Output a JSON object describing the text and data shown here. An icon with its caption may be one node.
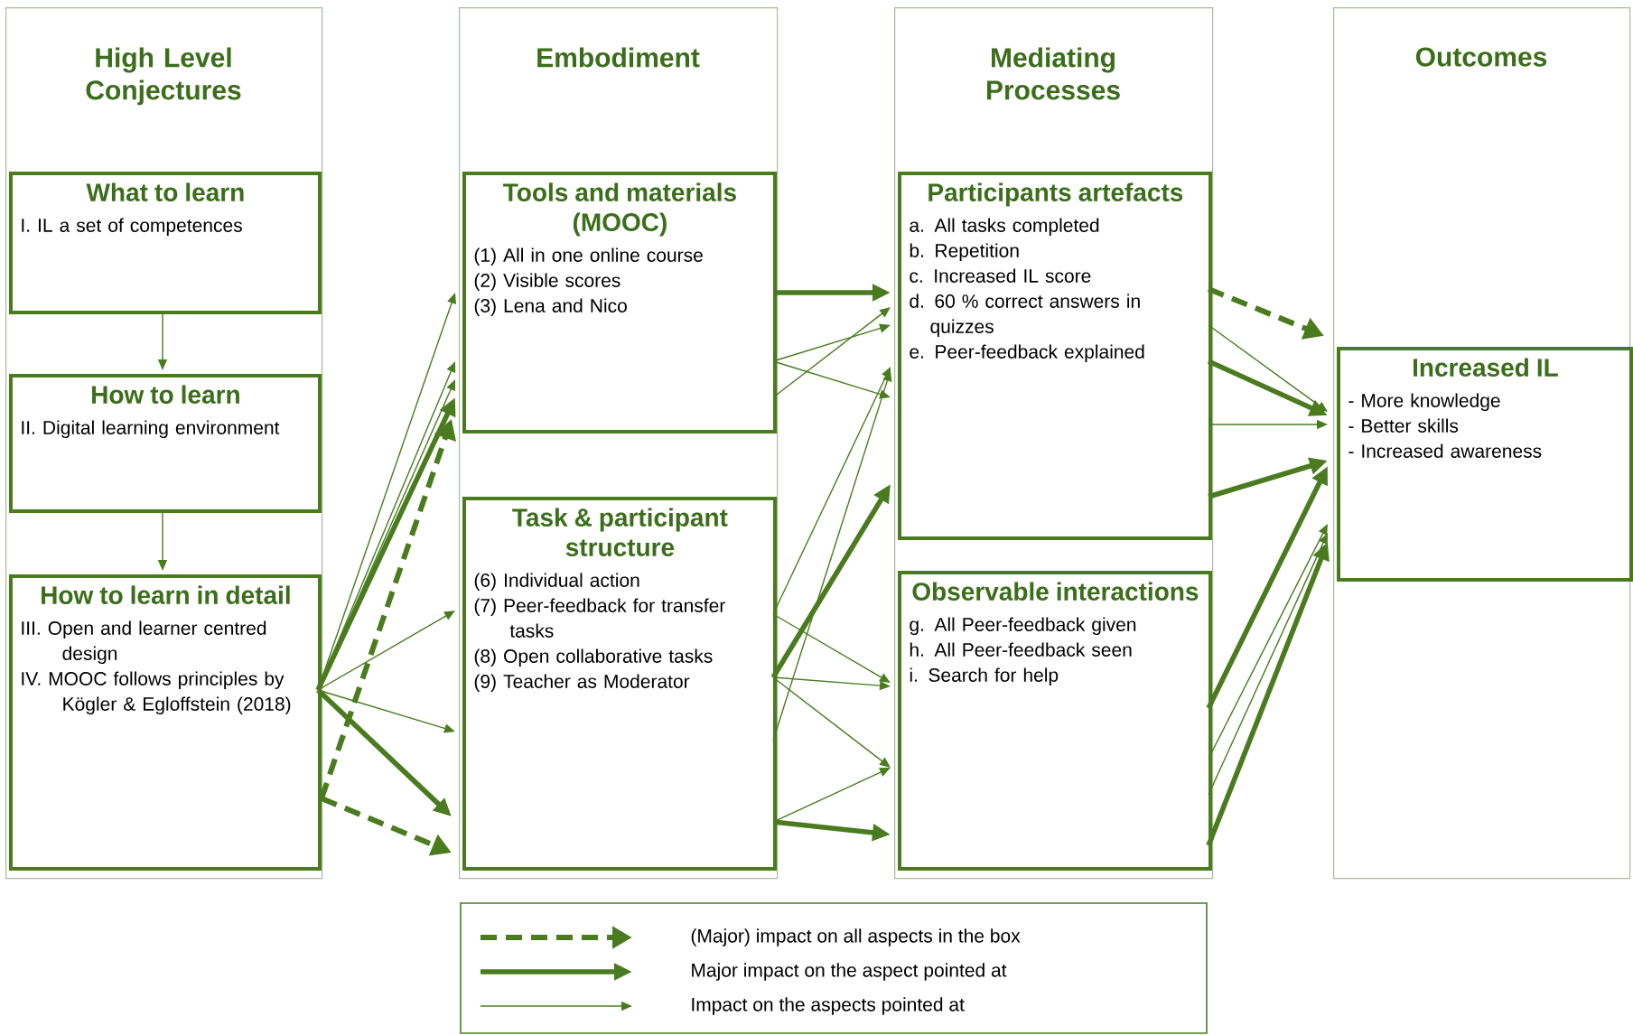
{
  "diagram": {
    "nodes": [
      {
        "text": [
          "High Level Conjectures"
        ]
      },
      {
        "text": [
          "Embodiment"
        ]
      },
      {
        "text": [
          "Mediating Processes"
        ]
      },
      {
        "text": [
          "Outcomes"
        ]
      },
      {
        "text": [
          "What  to learn",
          "I. IL a set of competences"
        ],
        "in": 0
      },
      {
        "text": [
          "How to learn",
          "II. Digital learning environment"
        ],
        "in": 0
      },
      {
        "text": [
          "How to learn in detail",
          "III. Open and learner centred design",
          "IV. MOOC follows principles by Kögler & Egloffstein (2018)"
        ],
        "in": 0
      },
      {
        "text": [
          "Tools and materials (MOOC)",
          "(1) All in one online course",
          "(2) Visible scores",
          "(3) Lena and Nico"
        ],
        "in": 1
      },
      {
        "text": [
          "Task & participant structure",
          "(6) Individual action",
          "(7) Peer-feedback for transfer tasks",
          "(8) Open collaborative tasks",
          "(9) Teacher as Moderator"
        ],
        "in": 1
      },
      {
        "text": [
          "Participants artefacts",
          "a. All tasks completed",
          "b. Repetition",
          "c. Increased IL score",
          "d. 60 % correct answers in quizzes",
          "e. Peer-feedback explained"
        ],
        "in": 2
      },
      {
        "text": [
          "Observable interactions",
          "g. All Peer-feedback given",
          "h. All Peer-feedback seen",
          "i. Search for help"
        ],
        "in": 2
      },
      {
        "text": [
          "Increased IL",
          "- More knowledge",
          "- Better skills",
          "- Increased awareness"
        ],
        "in": 3
      }
    ],
    "edges": [
      {
        "from": 4,
        "to": 5,
        "arrow": "to"
      },
      {
        "from": 5,
        "to": 6,
        "arrow": "to"
      },
      {
        "from": 6,
        "to": 7,
        "arrow": "to"
      },
      {
        "from": 6,
        "to": 7,
        "arrow": "to"
      },
      {
        "from": 6,
        "to": 7,
        "arrow": "to"
      },
      {
        "from": 6,
        "to": 7,
        "arrow": "to",
        "style": "thick"
      },
      {
        "from": 6,
        "to": 7,
        "arrow": "to",
        "style": "dashed"
      },
      {
        "from": 6,
        "to": 8,
        "arrow": "to"
      },
      {
        "from": 6,
        "to": 8,
        "arrow": "to"
      },
      {
        "from": 6,
        "to": 8,
        "arrow": "to",
        "style": "thick"
      },
      {
        "from": 6,
        "to": 8,
        "arrow": "to",
        "style": "dashed"
      },
      {
        "from": 7,
        "to": 9,
        "arrow": "to",
        "style": "thick"
      },
      {
        "from": 7,
        "to": 9,
        "arrow": "to"
      },
      {
        "from": 7,
        "to": 9,
        "arrow": "to"
      },
      {
        "from": 7,
        "to": 9,
        "arrow": "to"
      },
      {
        "from": 8,
        "to": 9,
        "arrow": "to"
      },
      {
        "from": 8,
        "to": 9,
        "arrow": "to"
      },
      {
        "from": 8,
        "to": 9,
        "arrow": "to",
        "style": "thick"
      },
      {
        "from": 8,
        "to": 10,
        "arrow": "to"
      },
      {
        "from": 8,
        "to": 10,
        "arrow": "to"
      },
      {
        "from": 8,
        "to": 10,
        "arrow": "to"
      },
      {
        "from": 8,
        "to": 10,
        "arrow": "to"
      },
      {
        "from": 8,
        "to": 10,
        "arrow": "to",
        "style": "thick"
      },
      {
        "from": 9,
        "to": 11,
        "arrow": "to",
        "style": "dashed"
      },
      {
        "from": 9,
        "to": 11,
        "arrow": "to"
      },
      {
        "from": 9,
        "to": 11,
        "arrow": "to",
        "style": "thick"
      },
      {
        "from": 9,
        "to": 11,
        "arrow": "to"
      },
      {
        "from": 9,
        "to": 11,
        "arrow": "to",
        "style": "thick"
      },
      {
        "from": 10,
        "to": 11,
        "arrow": "to",
        "style": "thick"
      },
      {
        "from": 10,
        "to": 11,
        "arrow": "to"
      },
      {
        "from": 10,
        "to": 11,
        "arrow": "to"
      },
      {
        "from": 10,
        "to": 11,
        "arrow": "to",
        "style": "thick"
      }
    ],
    "legend": [
      {
        "text": "(Major) impact on all aspects in the box"
      },
      {
        "text": "Major impact on the aspect pointed at"
      },
      {
        "text": "Impact on the aspects pointed at"
      }
    ]
  }
}
